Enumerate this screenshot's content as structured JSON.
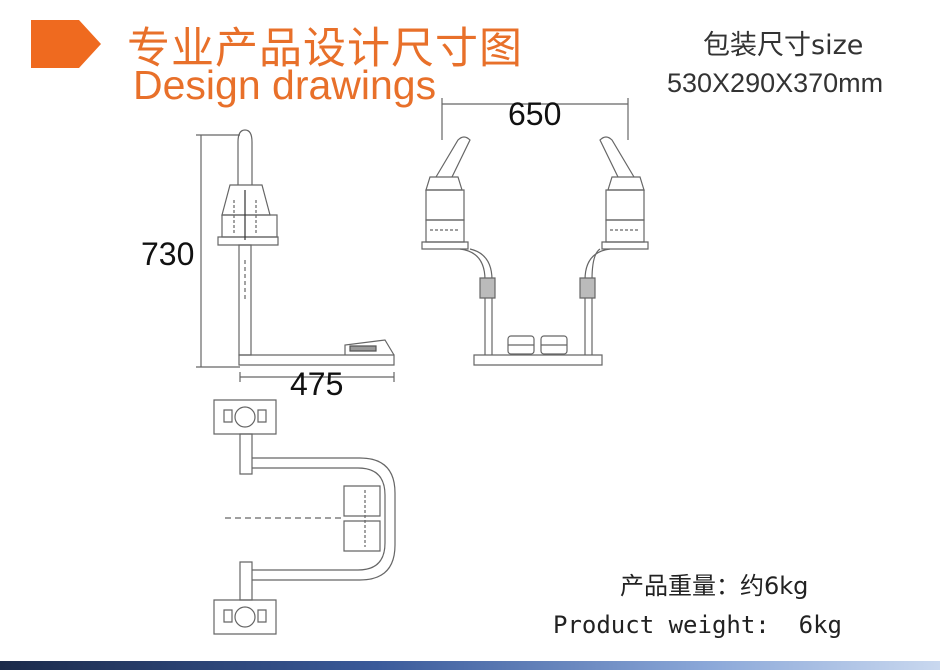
{
  "header": {
    "title_cn": "专业产品设计尺寸图",
    "title_en": "Design drawings"
  },
  "package": {
    "label": "包装尺寸size",
    "dimensions": "530X290X370mm"
  },
  "drawing": {
    "dim_height": "730",
    "dim_base": "475",
    "dim_width": "650"
  },
  "weight": {
    "cn": "产品重量：约6kg",
    "en": "Product weight:  6kg"
  },
  "colors": {
    "accent": "#e8702a",
    "text": "#333333",
    "line": "#555555"
  }
}
